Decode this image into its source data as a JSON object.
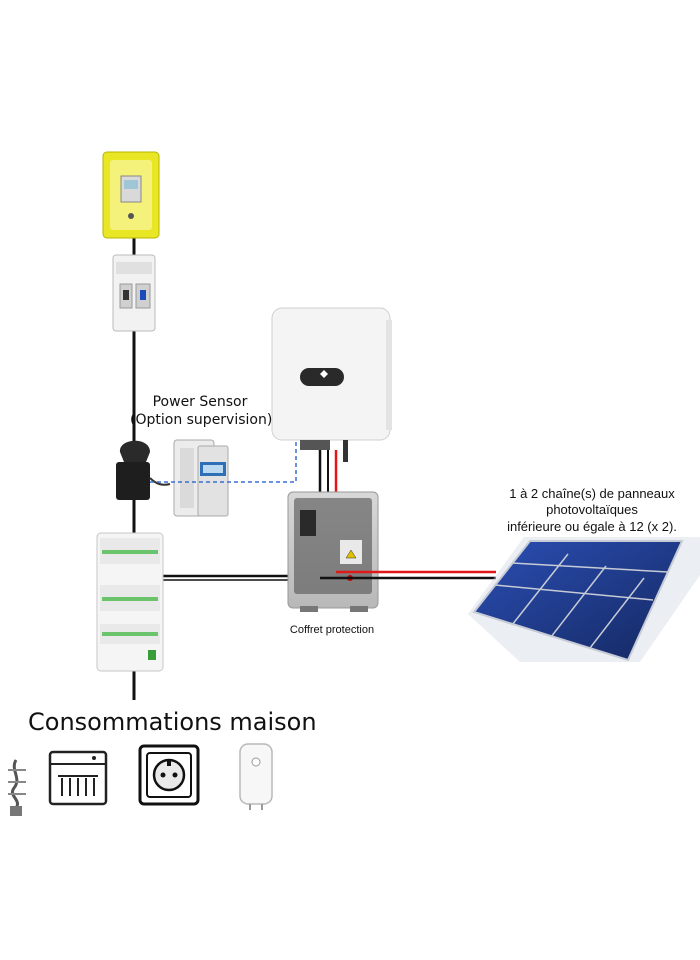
{
  "labels": {
    "power_sensor_title": "Power Sensor",
    "power_sensor_subtitle": "(Option supervision)",
    "coffret": "Coffret protection",
    "panels_line1": "1 à 2 chaîne(s) de panneaux",
    "panels_line2": "photovoltaïques",
    "panels_line3": "inférieure ou égale à 12 (x 2).",
    "consommations": "Consommations maison"
  },
  "colors": {
    "meter_yellow": "#e8e625",
    "ac_wire": "#111111",
    "dc_red": "#e01818",
    "data_dashed": "#3a6fd0",
    "panel_blue": "#1e3a8a",
    "inverter_white": "#f4f4f4"
  },
  "icons": [
    "linky-meter-icon",
    "circuit-breaker-icon",
    "current-clamp-icon",
    "power-sensor-meter-icon",
    "electrical-panel-icon",
    "inverter-icon",
    "protection-box-icon",
    "solar-panel-icon",
    "light-bulb-icon",
    "dishwasher-icon",
    "power-outlet-icon",
    "water-heater-icon"
  ]
}
